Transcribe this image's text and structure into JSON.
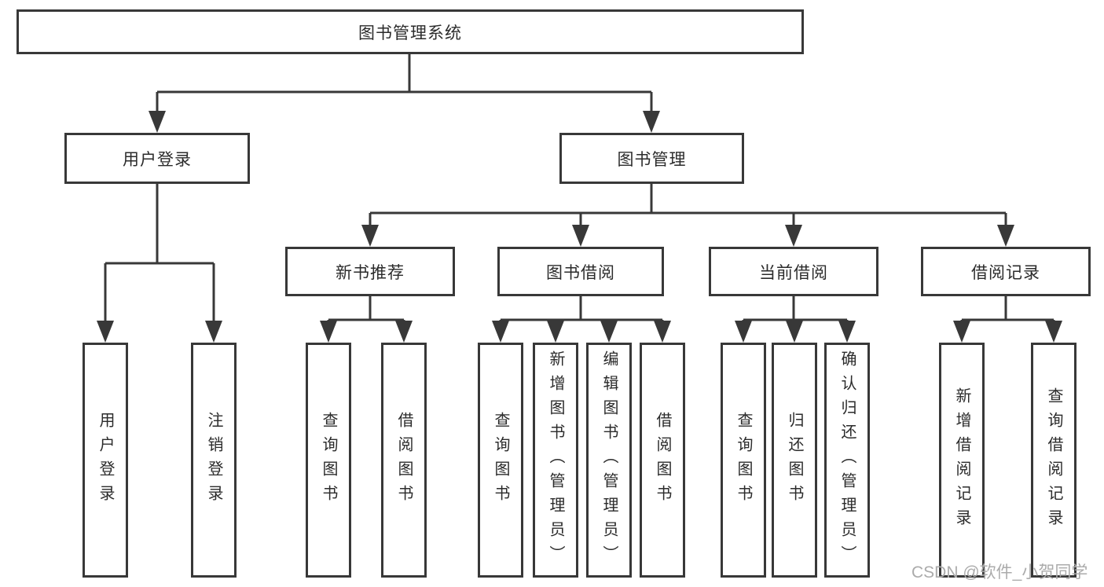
{
  "tree": {
    "root": {
      "label": "图书管理系统"
    },
    "children": [
      {
        "label": "用户登录",
        "children": [
          "用户登录",
          "注销登录"
        ]
      },
      {
        "label": "图书管理",
        "children": [
          {
            "label": "新书推荐",
            "children": [
              "查询图书",
              "借阅图书"
            ]
          },
          {
            "label": "图书借阅",
            "children": [
              "查询图书",
              "新增图书（管理员）",
              "编辑图书（管理员）",
              "借阅图书"
            ]
          },
          {
            "label": "当前借阅",
            "children": [
              "查询图书",
              "归还图书",
              "确认归还（管理员）"
            ]
          },
          {
            "label": "借阅记录",
            "children": [
              "新增借阅记录",
              "查询借阅记录"
            ]
          }
        ]
      }
    ]
  },
  "watermark": {
    "text": "CSDN @软件_小贺同学"
  },
  "colors": {
    "line": "#383838",
    "box_border": "#383838",
    "box_background": "#ffffff",
    "text": "#2b2b2b",
    "watermark": "#ababab",
    "page_background": "#ffffff"
  }
}
